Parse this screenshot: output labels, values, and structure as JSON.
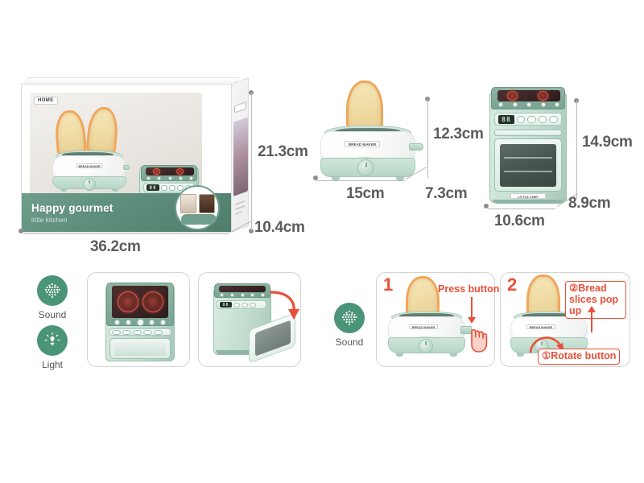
{
  "page": {
    "background_color": "#ffffff",
    "accent_green": "#4a9478",
    "accent_red": "#e8503a",
    "product_green": "#c3ddd0"
  },
  "package": {
    "title": "Happy gourmet",
    "subtitle": "little kitchen",
    "logo_text": "HOME",
    "side_brand": "Home",
    "dimensions": {
      "width": "36.2cm",
      "height": "21.3cm",
      "depth": "10.4cm"
    }
  },
  "products": [
    {
      "name": "toaster",
      "brand_label": "BREAD MAKER",
      "dimensions": {
        "width": "15cm",
        "height": "12.3cm",
        "depth": "7.3cm"
      }
    },
    {
      "name": "oven",
      "display_value": "88",
      "brand_label": "LITTLE CHEF",
      "dimensions": {
        "width": "10.6cm",
        "height": "14.9cm",
        "depth": "8.9cm"
      }
    }
  ],
  "features_left": {
    "badges": [
      {
        "icon": "sound-icon",
        "label": "Sound"
      },
      {
        "icon": "light-bulb-icon",
        "label": "Light"
      }
    ],
    "photos": [
      {
        "name": "stovetop-glowing-burners"
      },
      {
        "name": "oven-door-open"
      }
    ]
  },
  "features_right": {
    "badge": {
      "icon": "sound-icon",
      "label": "Sound"
    },
    "steps": [
      {
        "number": "1",
        "callout": "Press button",
        "brand_label": "BREAD MAKER"
      },
      {
        "number": "2",
        "callout_top": "②Bread slices pop up",
        "callout_bottom": "①Rotate button",
        "brand_label": "BREAD MAKER"
      }
    ]
  }
}
